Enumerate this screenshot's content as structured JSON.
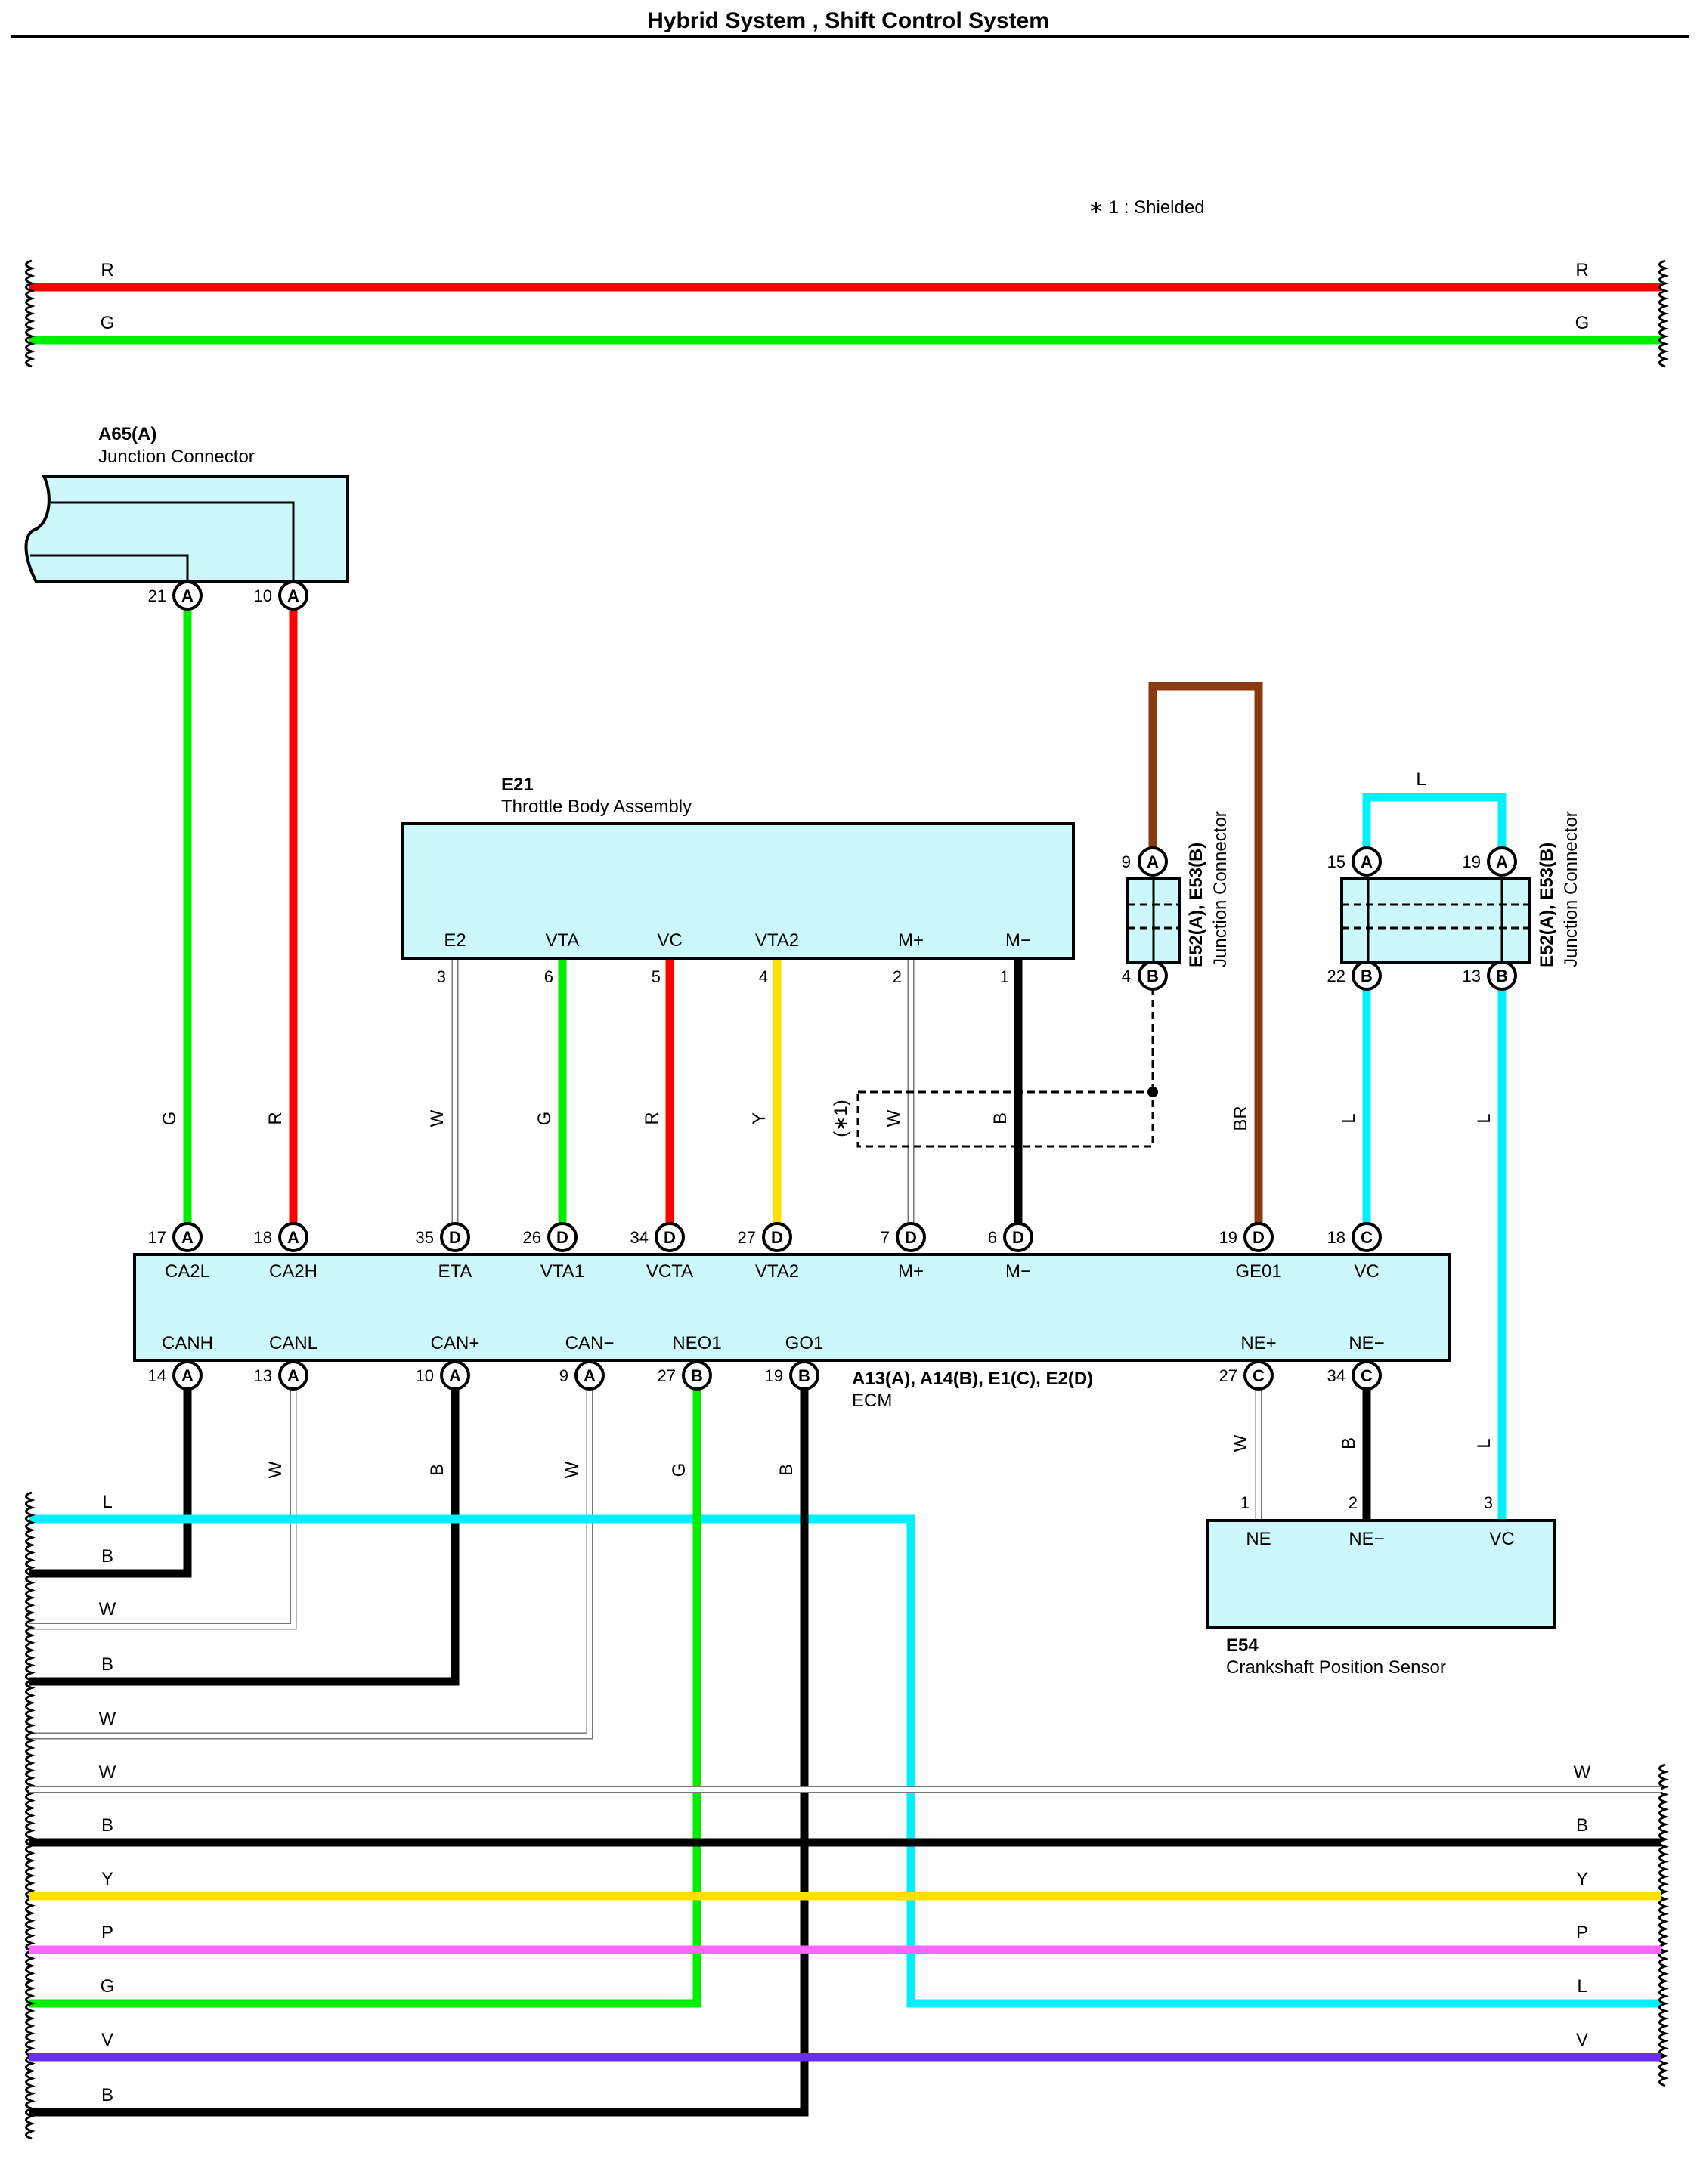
{
  "title": "Hybrid System , Shift Control System",
  "note": "∗ 1 : Shielded",
  "colors": {
    "R": "#ff0000",
    "G": "#00ee00",
    "W": "#9a9a9a",
    "B": "#000000",
    "Y": "#ffe000",
    "P": "#ff66ff",
    "L": "#00f0ff",
    "V": "#6a2cff",
    "BR": "#8b3a10",
    "box": "#ccf8fb"
  },
  "bus_top": [
    {
      "color": "R",
      "label_left": "R",
      "label_right": "R"
    },
    {
      "color": "G",
      "label_left": "G",
      "label_right": "G"
    }
  ],
  "bus_bottom": [
    {
      "color": "L",
      "label_left": "L",
      "label_right": ""
    },
    {
      "color": "B",
      "label_left": "B",
      "label_right": ""
    },
    {
      "color": "W",
      "label_left": "W",
      "label_right": ""
    },
    {
      "color": "B",
      "label_left": "B",
      "label_right": ""
    },
    {
      "color": "W",
      "label_left": "W",
      "label_right": ""
    },
    {
      "color": "W",
      "label_left": "W",
      "label_right": "W"
    },
    {
      "color": "B",
      "label_left": "B",
      "label_right": "B"
    },
    {
      "color": "Y",
      "label_left": "Y",
      "label_right": "Y"
    },
    {
      "color": "P",
      "label_left": "P",
      "label_right": "P"
    },
    {
      "color": "G",
      "label_left": "G",
      "label_right": "L"
    },
    {
      "color": "V",
      "label_left": "V",
      "label_right": "V"
    },
    {
      "color": "B",
      "label_left": "B",
      "label_right": ""
    }
  ],
  "a65": {
    "code": "A65(A)",
    "name": "Junction Connector",
    "pins": [
      {
        "num": "21",
        "letter": "A"
      },
      {
        "num": "10",
        "letter": "A"
      }
    ]
  },
  "e21": {
    "code": "E21",
    "name": "Throttle Body Assembly",
    "pins": [
      {
        "term": "E2",
        "num": "3"
      },
      {
        "term": "VTA",
        "num": "6"
      },
      {
        "term": "VC",
        "num": "5"
      },
      {
        "term": "VTA2",
        "num": "4"
      },
      {
        "term": "M+",
        "num": "2"
      },
      {
        "term": "M−",
        "num": "1"
      }
    ]
  },
  "jc_left": {
    "code": "E52(A), E53(B)",
    "name": "Junction Connector",
    "pins": [
      {
        "num": "9",
        "letter": "A"
      },
      {
        "num": "4",
        "letter": "B"
      }
    ]
  },
  "jc_right": {
    "code": "E52(A), E53(B)",
    "name": "Junction Connector",
    "pins": [
      {
        "num": "15",
        "letter": "A"
      },
      {
        "num": "19",
        "letter": "A"
      },
      {
        "num": "22",
        "letter": "B"
      },
      {
        "num": "13",
        "letter": "B"
      }
    ]
  },
  "ecm": {
    "code": "A13(A), A14(B), E1(C), E2(D)",
    "name": "ECM",
    "top_pins": [
      {
        "num": "17",
        "letter": "A",
        "term": "CA2L"
      },
      {
        "num": "18",
        "letter": "A",
        "term": "CA2H"
      },
      {
        "num": "35",
        "letter": "D",
        "term": "ETA"
      },
      {
        "num": "26",
        "letter": "D",
        "term": "VTA1"
      },
      {
        "num": "34",
        "letter": "D",
        "term": "VCTA"
      },
      {
        "num": "27",
        "letter": "D",
        "term": "VTA2"
      },
      {
        "num": "7",
        "letter": "D",
        "term": "M+"
      },
      {
        "num": "6",
        "letter": "D",
        "term": "M−"
      },
      {
        "num": "19",
        "letter": "D",
        "term": "GE01"
      },
      {
        "num": "18",
        "letter": "C",
        "term": "VC"
      }
    ],
    "bottom_pins": [
      {
        "num": "14",
        "letter": "A",
        "term": "CANH"
      },
      {
        "num": "13",
        "letter": "A",
        "term": "CANL"
      },
      {
        "num": "10",
        "letter": "A",
        "term": "CAN+"
      },
      {
        "num": "9",
        "letter": "A",
        "term": "CAN−"
      },
      {
        "num": "27",
        "letter": "B",
        "term": "NEO1"
      },
      {
        "num": "19",
        "letter": "B",
        "term": "GO1"
      },
      {
        "num": "27",
        "letter": "C",
        "term": "NE+"
      },
      {
        "num": "34",
        "letter": "C",
        "term": "NE−"
      }
    ]
  },
  "e54": {
    "code": "E54",
    "name": "Crankshaft Position Sensor",
    "pins": [
      {
        "term": "NE",
        "num": "1"
      },
      {
        "term": "NE−",
        "num": "2"
      },
      {
        "term": "VC",
        "num": "3"
      }
    ]
  },
  "wire_labels": {
    "ca2l": "G",
    "ca2h": "R",
    "eta": "W",
    "vta1": "G",
    "vcta": "R",
    "vta2": "Y",
    "shield": "(∗1)",
    "mplus": "W",
    "mminus": "B",
    "ge01": "BR",
    "vc_l": "L",
    "vc_r": "L",
    "jc_top": "L",
    "canl": "W",
    "canplus": "B",
    "canminus": "W",
    "neo1": "G",
    "go1": "B",
    "neplus": "W",
    "neminus": "B",
    "e54vc": "L"
  }
}
